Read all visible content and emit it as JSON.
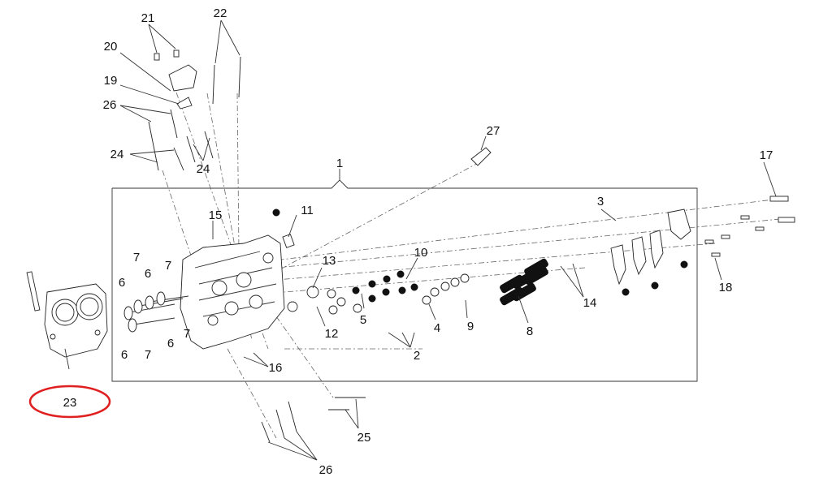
{
  "diagram": {
    "labels": {
      "l1": "1",
      "l2": "2",
      "l3": "3",
      "l4": "4",
      "l5": "5",
      "l6a": "6",
      "l6b": "6",
      "l6c": "6",
      "l6d": "6",
      "l7a": "7",
      "l7b": "7",
      "l7c": "7",
      "l7d": "7",
      "l8": "8",
      "l9": "9",
      "l10": "10",
      "l11": "11",
      "l12": "12",
      "l13": "13",
      "l14": "14",
      "l15": "15",
      "l16": "16",
      "l17": "17",
      "l18": "18",
      "l19": "19",
      "l20": "20",
      "l21": "21",
      "l22": "22",
      "l23": "23",
      "l24a": "24",
      "l24b": "24",
      "l25": "25",
      "l26a": "26",
      "l26b": "26",
      "l27": "27"
    },
    "highlight_color": "#e02020"
  }
}
